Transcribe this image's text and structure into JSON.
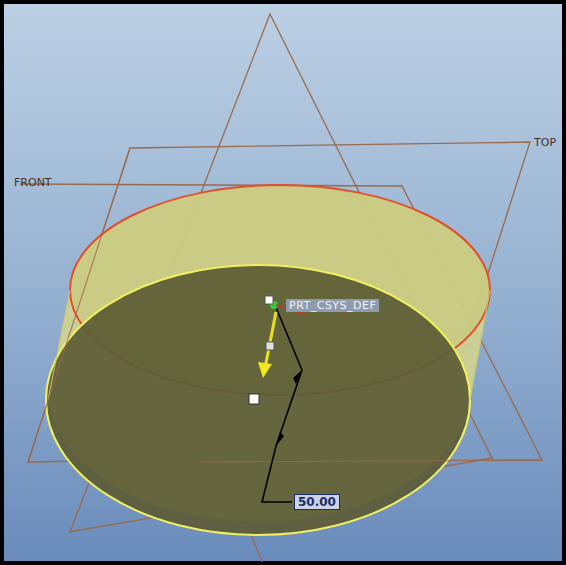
{
  "diagram": {
    "labels": [
      "FRONT",
      "TOP",
      "PRT_CSYS_DEF",
      "50.00"
    ]
  }
}
